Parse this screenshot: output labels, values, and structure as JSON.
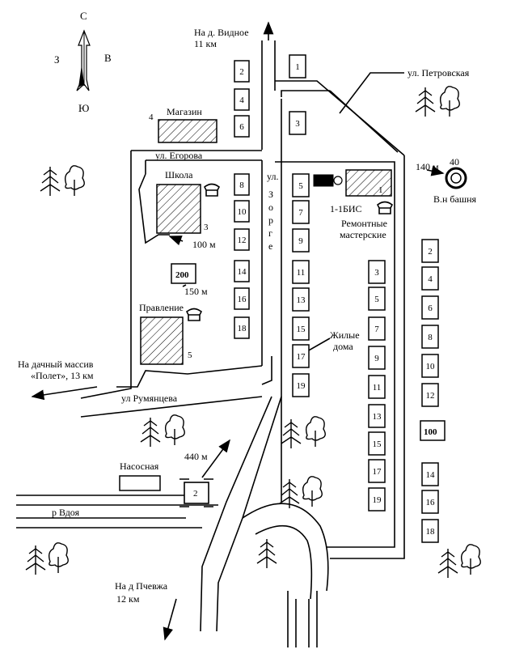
{
  "compass": {
    "north": "С",
    "south": "Ю",
    "west": "З",
    "east": "В"
  },
  "streets": {
    "petrovskaya": "ул. Петровская",
    "egorova": "ул. Егорова",
    "zorge": [
      "ул.",
      "З",
      "о",
      "р",
      "г",
      "е"
    ],
    "rumyantseva": "ул Румянцева",
    "river": "р  Вдоя"
  },
  "directions": {
    "vidnoe": [
      "На д. Видное",
      "11 км"
    ],
    "dacha": [
      "На дачный массив",
      "«Полет», 13 км"
    ],
    "pchevzha": [
      "На д  Пчевжа",
      "12 км"
    ]
  },
  "facilities": {
    "shop_label": "Магазин",
    "shop_num": "4",
    "school_label": "Школа",
    "school_num": "3",
    "admin_label": "Правление",
    "admin_num": "5",
    "repair_code": "1-1БИС",
    "repair_label": [
      "Ремонтные",
      "мастерские"
    ],
    "repair_num": "1",
    "tower_label": "В.н башня",
    "tower_num": "40",
    "pump_label": "Насосная",
    "box200": "200",
    "box100": "100",
    "box2": "2",
    "residential": [
      "Жилые",
      "дома"
    ]
  },
  "distances": {
    "d100": "100 м",
    "d150": "150 м",
    "d140": "140 м",
    "d440": "440 м"
  },
  "houses": {
    "top_right_col": [
      "1",
      "3"
    ],
    "top_left_col": [
      "2",
      "4",
      "6"
    ],
    "left_col": [
      "8",
      "10",
      "12",
      "14",
      "16",
      "18"
    ],
    "zorge_col": [
      "5",
      "7",
      "9",
      "11",
      "13",
      "15",
      "17",
      "19"
    ],
    "mid_col": [
      "3",
      "5",
      "7",
      "9",
      "11",
      "13",
      "15",
      "17",
      "19"
    ],
    "right_col": [
      "2",
      "4",
      "6",
      "8",
      "10",
      "12",
      "14",
      "16",
      "18"
    ]
  }
}
